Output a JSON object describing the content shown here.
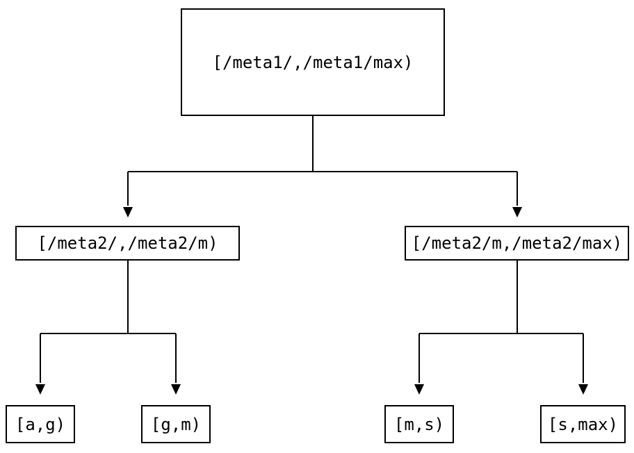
{
  "tree": {
    "label": "[/meta1/,/meta1/max)",
    "children": [
      {
        "label": "[/meta2/,/meta2/m)",
        "children": [
          {
            "label": "[a,g)"
          },
          {
            "label": "[g,m)"
          }
        ]
      },
      {
        "label": "[/meta2/m,/meta2/max)",
        "children": [
          {
            "label": "[m,s)"
          },
          {
            "label": "[s,max)"
          }
        ]
      }
    ]
  },
  "icons": {
    "arrowhead": "triangle-down"
  },
  "colors": {
    "background": "#ffffff",
    "box_border": "#000000",
    "line": "#000000",
    "text": "#000000"
  }
}
